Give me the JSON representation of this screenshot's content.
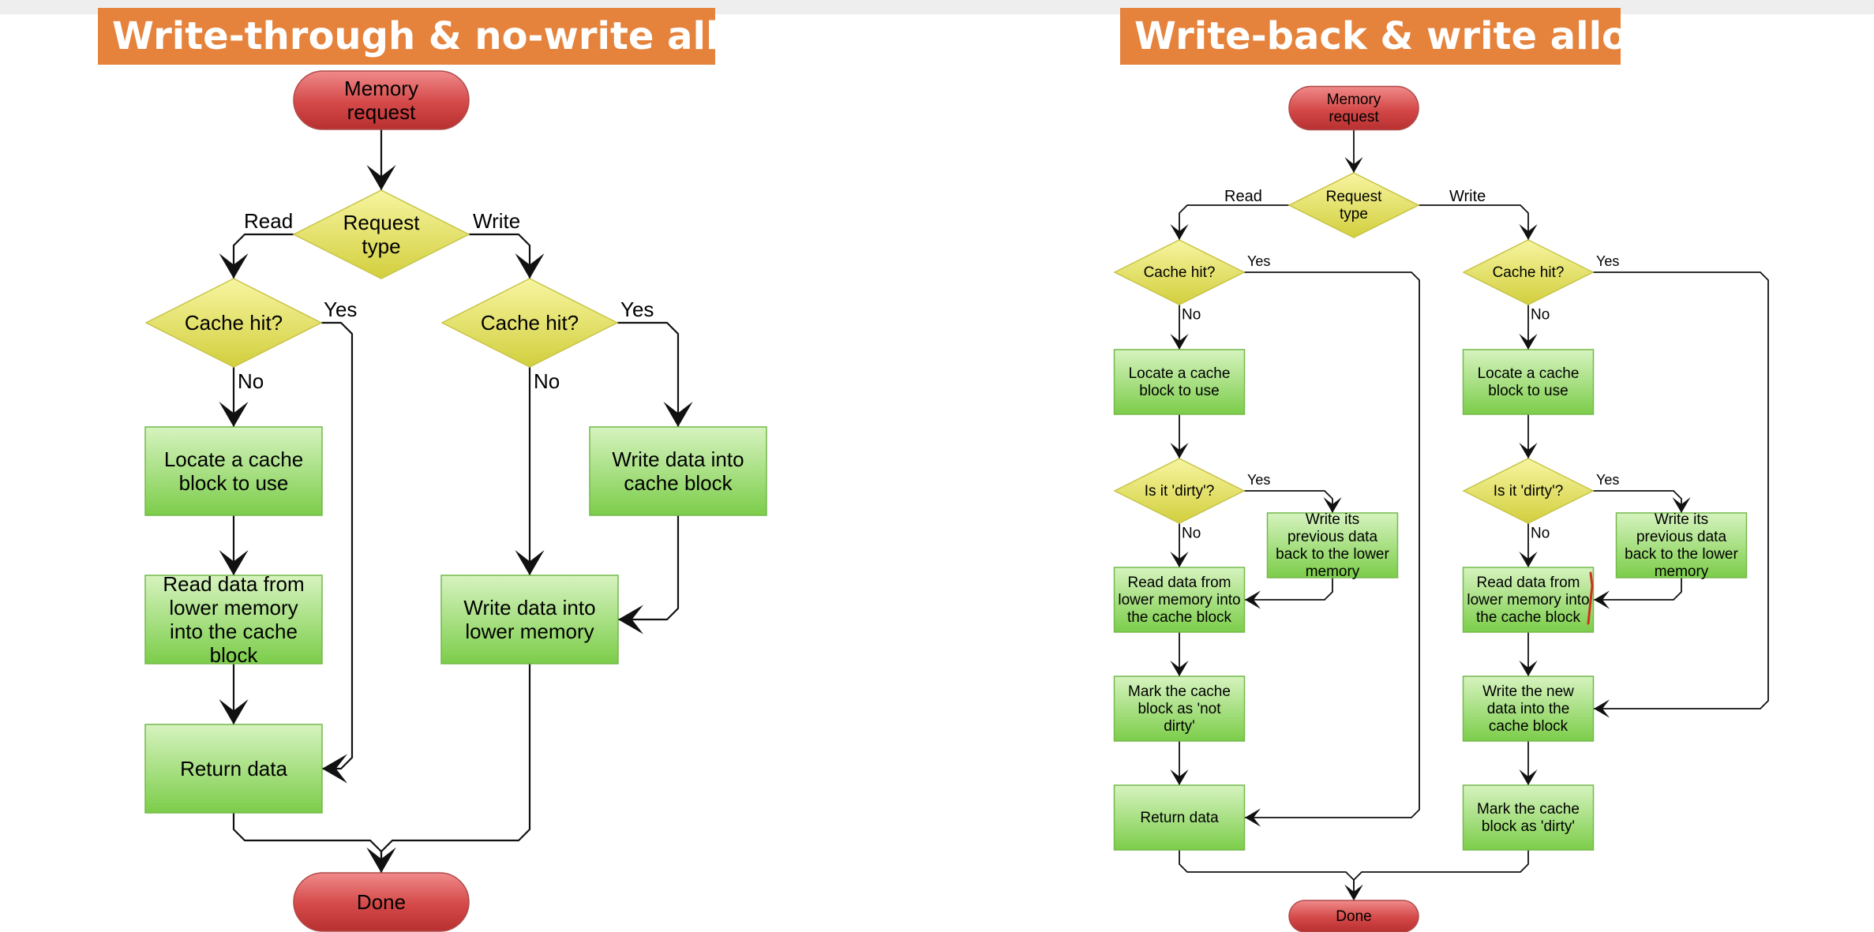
{
  "colors": {
    "banner": "#e5823c",
    "terminal": "#cc3b3b",
    "decision": "#dedb56",
    "process": "#8fd463",
    "connector": "#111111"
  },
  "left": {
    "title": "Write-through & no-write allocate",
    "start": "Memory request",
    "request_type": "Request type",
    "read_label": "Read",
    "write_label": "Write",
    "read_hit": "Cache hit?",
    "read_hit_yes": "Yes",
    "read_hit_no": "No",
    "locate": "Locate a cache block to use",
    "read_lower": "Read data from lower memory into the cache block",
    "return": "Return data",
    "write_hit": "Cache hit?",
    "write_hit_yes": "Yes",
    "write_hit_no": "No",
    "write_cache": "Write data into cache block",
    "write_lower": "Write data into lower memory",
    "done": "Done"
  },
  "right": {
    "title": "Write-back & write allocate",
    "start": "Memory request",
    "request_type": "Request type",
    "read_label": "Read",
    "write_label": "Write",
    "read_hit": "Cache hit?",
    "read_hit_yes": "Yes",
    "read_hit_no": "No",
    "read_locate": "Locate a cache block to use",
    "read_dirty": "Is it 'dirty'?",
    "read_dirty_yes": "Yes",
    "read_dirty_no": "No",
    "read_writeback": "Write its previous data back to the lower memory",
    "read_lower": "Read data from lower memory into the cache block",
    "mark_not_dirty": "Mark the cache block as 'not dirty'",
    "return": "Return data",
    "write_hit": "Cache hit?",
    "write_hit_yes": "Yes",
    "write_hit_no": "No",
    "write_locate": "Locate a cache block to use",
    "write_dirty": "Is it 'dirty'?",
    "write_dirty_yes": "Yes",
    "write_dirty_no": "No",
    "write_writeback": "Write its previous data back to the lower memory",
    "write_lower": "Read data from lower memory into the cache block",
    "write_new": "Write the new data into the cache block",
    "mark_dirty": "Mark the cache block as 'dirty'",
    "done": "Done"
  }
}
